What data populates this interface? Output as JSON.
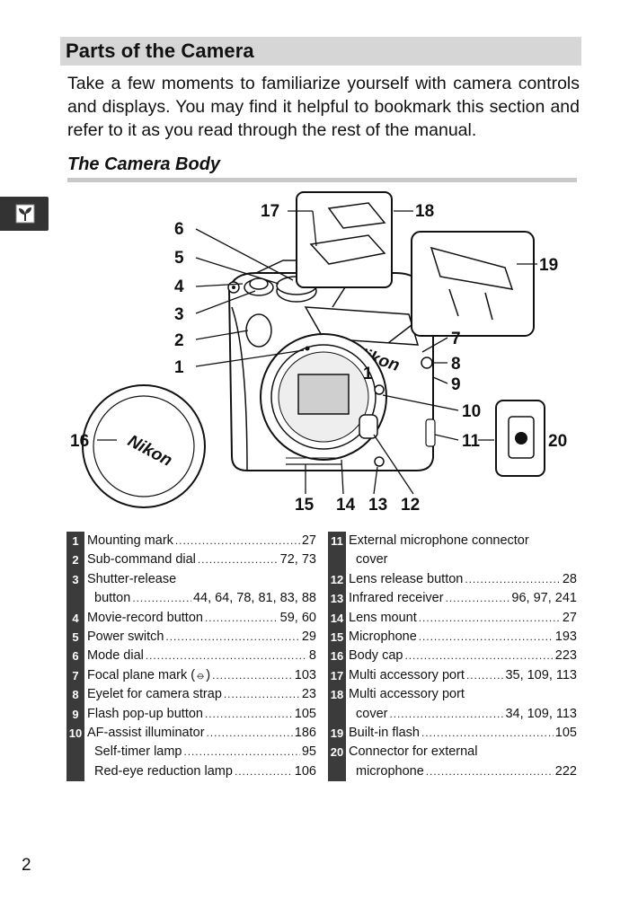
{
  "header": {
    "title": "Parts of the Camera"
  },
  "intro": "Take a few moments to familiarize yourself with camera controls and displays. You may find it helpful to bookmark this section and refer to it as you read through the rest of the manual.",
  "section": {
    "title": "The Camera Body"
  },
  "figure": {
    "callouts": [
      "1",
      "2",
      "3",
      "4",
      "5",
      "6",
      "7",
      "8",
      "9",
      "10",
      "11",
      "12",
      "13",
      "14",
      "15",
      "16",
      "17",
      "18",
      "19",
      "20"
    ],
    "brand_text": "Nikon"
  },
  "legend": {
    "left": [
      {
        "num": "1",
        "lines": [
          {
            "label": "Mounting mark",
            "pages": "27"
          }
        ]
      },
      {
        "num": "2",
        "lines": [
          {
            "label": "Sub-command dial",
            "pages": "72, 73"
          }
        ]
      },
      {
        "num": "3",
        "lines": [
          {
            "label": "Shutter-release",
            "pages": ""
          },
          {
            "label": "button",
            "pages": "44, 64, 78, 81, 83, 88"
          }
        ]
      },
      {
        "num": "4",
        "lines": [
          {
            "label": "Movie-record button",
            "pages": "59, 60"
          }
        ]
      },
      {
        "num": "5",
        "lines": [
          {
            "label": "Power switch",
            "pages": "29"
          }
        ]
      },
      {
        "num": "6",
        "lines": [
          {
            "label": "Mode dial",
            "pages": "8"
          }
        ]
      },
      {
        "num": "7",
        "lines": [
          {
            "label": "Focal plane mark (⦵)",
            "pages": "103"
          }
        ]
      },
      {
        "num": "8",
        "lines": [
          {
            "label": "Eyelet for camera strap",
            "pages": "23"
          }
        ]
      },
      {
        "num": "9",
        "lines": [
          {
            "label": "Flash pop-up button",
            "pages": "105"
          }
        ]
      },
      {
        "num": "10",
        "lines": [
          {
            "label": "AF-assist illuminator",
            "pages": "186"
          },
          {
            "label": "Self-timer lamp",
            "pages": "95"
          },
          {
            "label": "Red-eye reduction lamp",
            "pages": "106"
          }
        ]
      }
    ],
    "right": [
      {
        "num": "11",
        "lines": [
          {
            "label": "External microphone connector",
            "pages": ""
          },
          {
            "label": "cover",
            "pages": ""
          }
        ]
      },
      {
        "num": "12",
        "lines": [
          {
            "label": "Lens release button",
            "pages": "28"
          }
        ]
      },
      {
        "num": "13",
        "lines": [
          {
            "label": "Infrared receiver",
            "pages": "96, 97, 241"
          }
        ]
      },
      {
        "num": "14",
        "lines": [
          {
            "label": "Lens mount",
            "pages": "27"
          }
        ]
      },
      {
        "num": "15",
        "lines": [
          {
            "label": "Microphone",
            "pages": "193"
          }
        ]
      },
      {
        "num": "16",
        "lines": [
          {
            "label": "Body cap",
            "pages": "223"
          }
        ]
      },
      {
        "num": "17",
        "lines": [
          {
            "label": "Multi accessory port",
            "pages": "35, 109, 113"
          }
        ]
      },
      {
        "num": "18",
        "lines": [
          {
            "label": "Multi accessory port",
            "pages": ""
          },
          {
            "label": "cover",
            "pages": "34, 109, 113"
          }
        ]
      },
      {
        "num": "19",
        "lines": [
          {
            "label": "Built-in flash",
            "pages": "105"
          }
        ]
      },
      {
        "num": "20",
        "lines": [
          {
            "label": "Connector for external",
            "pages": ""
          },
          {
            "label": "microphone",
            "pages": "222"
          }
        ]
      }
    ]
  },
  "footer": {
    "page_number": "2"
  },
  "icons": {
    "side_tab": "sprout-icon"
  },
  "colors": {
    "header_bg": "#d6d6d6",
    "number_bg": "#3b3b3b",
    "tab_bg": "#333333"
  }
}
